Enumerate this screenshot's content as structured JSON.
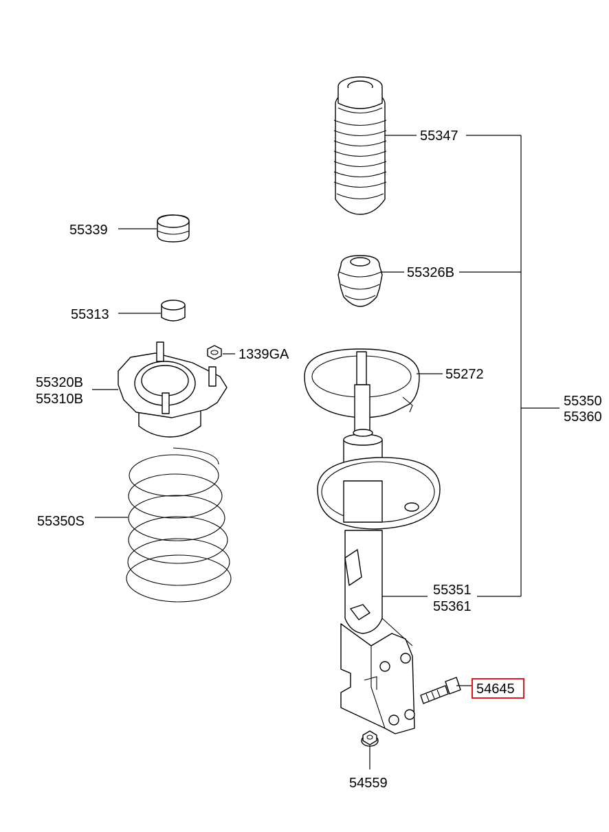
{
  "colors": {
    "highlight": "#e0191f",
    "line": "#000000",
    "background": "#ffffff"
  },
  "labels": {
    "boot": "55347",
    "bumper": "55326B",
    "spring_pad": "55272",
    "assembly_a": "55350",
    "assembly_b": "55360",
    "cap": "55339",
    "bushing": "55313",
    "nut": "1339GA",
    "mount_a": "55320B",
    "mount_b": "55310B",
    "spring": "55350S",
    "strut_a": "55351",
    "strut_b": "55361",
    "bolt": "54645",
    "flange_nut": "54559"
  },
  "highlighted_part": "54645"
}
